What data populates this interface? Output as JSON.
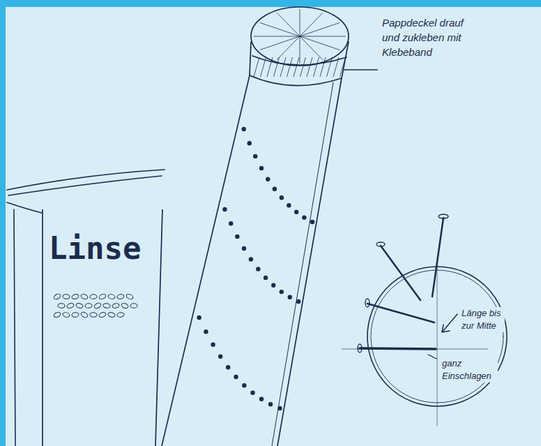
{
  "diagram": {
    "nodes": [
      {
        "text": [
          "Linse"
        ]
      }
    ],
    "labels": [
      "Pappdeckel drauf und zukleben mit Klebeband",
      "Länge bis zur Mitte",
      "ganz Einschlagen"
    ]
  }
}
